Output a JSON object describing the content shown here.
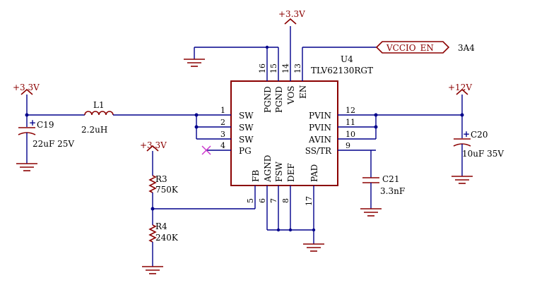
{
  "power_labels": {
    "top": "+3.3V",
    "left": "+3.3V",
    "fb": "+3.3V",
    "right": "+12V"
  },
  "net_label": {
    "name": "VCCIO_EN",
    "ref": "3A4"
  },
  "ic": {
    "designator": "U4",
    "part": "TLV62130RGT",
    "pins_left": [
      {
        "num": "1",
        "name": "SW"
      },
      {
        "num": "2",
        "name": "SW"
      },
      {
        "num": "3",
        "name": "SW"
      },
      {
        "num": "4",
        "name": "PG"
      }
    ],
    "pins_right": [
      {
        "num": "12",
        "name": "PVIN"
      },
      {
        "num": "11",
        "name": "PVIN"
      },
      {
        "num": "10",
        "name": "AVIN"
      },
      {
        "num": "9",
        "name": "SS/TR"
      }
    ],
    "pins_top": [
      {
        "num": "16",
        "name": "PGND"
      },
      {
        "num": "15",
        "name": "PGND"
      },
      {
        "num": "14",
        "name": "VOS"
      },
      {
        "num": "13",
        "name": "EN"
      }
    ],
    "pins_bottom": [
      {
        "num": "5",
        "name": "FB"
      },
      {
        "num": "6",
        "name": "AGND"
      },
      {
        "num": "7",
        "name": "FSW"
      },
      {
        "num": "8",
        "name": "DEF"
      },
      {
        "num": "17",
        "name": "PAD"
      }
    ]
  },
  "components": {
    "L1": {
      "ref": "L1",
      "value": "2.2uH"
    },
    "C19": {
      "ref": "C19",
      "value": "22uF 25V"
    },
    "C20": {
      "ref": "C20",
      "value": "10uF  35V"
    },
    "C21": {
      "ref": "C21",
      "value": "3.3nF"
    },
    "R3": {
      "ref": "R3",
      "value": "750K"
    },
    "R4": {
      "ref": "R4",
      "value": "240K"
    }
  },
  "symbols": {
    "polarity": "+"
  }
}
